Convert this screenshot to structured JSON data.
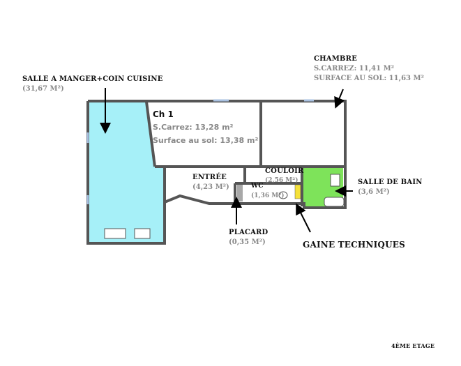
{
  "rooms": {
    "salle": {
      "name": "SALLE A MANGER+COIN CUISINE",
      "area": "(31,67 M²)"
    },
    "ch1": {
      "name": "Ch 1",
      "carrez": "S.Carrez: 13,28 m²",
      "sol": "Surface au sol: 13,38 m²"
    },
    "chambre": {
      "name": "CHAMBRE",
      "carrez": "S.CARREZ: 11,41 M²",
      "sol": "SURFACE AU SOL: 11,63 M²"
    },
    "entree": {
      "name": "ENTRÉE",
      "area": "(4,23 M²)"
    },
    "couloir": {
      "name": "COULOIR",
      "area": "(2,56 M²)"
    },
    "wc": {
      "name": "WC",
      "area": "(1,36 M²)"
    },
    "bain": {
      "name": "SALLE DE BAIN",
      "area": "(3,6 M²)"
    },
    "placard": {
      "name": "PLACARD",
      "area": "(0,35 M²)"
    },
    "gaine": {
      "name": "GAINE TECHNIQUES"
    }
  },
  "floor": "4ÈME ETAGE",
  "colors": {
    "salle": "#a6f0f8",
    "bain": "#7ee35a",
    "gaine": "#f5e13a",
    "wall": "#555555",
    "placard": "#a8a8a8"
  }
}
